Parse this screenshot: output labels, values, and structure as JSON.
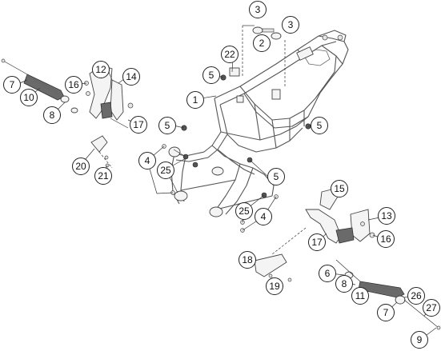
{
  "diagram": {
    "callouts": [
      {
        "id": "c3a",
        "label": "3"
      },
      {
        "id": "c3b",
        "label": "3"
      },
      {
        "id": "c2",
        "label": "2"
      },
      {
        "id": "c22",
        "label": "22"
      },
      {
        "id": "c5a",
        "label": "5"
      },
      {
        "id": "c1",
        "label": "1"
      },
      {
        "id": "c12",
        "label": "12"
      },
      {
        "id": "c14",
        "label": "14"
      },
      {
        "id": "c7a",
        "label": "7"
      },
      {
        "id": "c16a",
        "label": "16"
      },
      {
        "id": "c10",
        "label": "10"
      },
      {
        "id": "c8a",
        "label": "8"
      },
      {
        "id": "c17a",
        "label": "17"
      },
      {
        "id": "c5b",
        "label": "5"
      },
      {
        "id": "c5c",
        "label": "5"
      },
      {
        "id": "c4a",
        "label": "4"
      },
      {
        "id": "c25a",
        "label": "25"
      },
      {
        "id": "c20",
        "label": "20"
      },
      {
        "id": "c21",
        "label": "21"
      },
      {
        "id": "c5d",
        "label": "5"
      },
      {
        "id": "c15",
        "label": "15"
      },
      {
        "id": "c25b",
        "label": "25"
      },
      {
        "id": "c4b",
        "label": "4"
      },
      {
        "id": "c13",
        "label": "13"
      },
      {
        "id": "c17b",
        "label": "17"
      },
      {
        "id": "c16b",
        "label": "16"
      },
      {
        "id": "c18",
        "label": "18"
      },
      {
        "id": "c6",
        "label": "6"
      },
      {
        "id": "c8b",
        "label": "8"
      },
      {
        "id": "c19",
        "label": "19"
      },
      {
        "id": "c11",
        "label": "11"
      },
      {
        "id": "c26",
        "label": "26"
      },
      {
        "id": "c7b",
        "label": "7"
      },
      {
        "id": "c27",
        "label": "27"
      },
      {
        "id": "c9",
        "label": "9"
      }
    ]
  }
}
